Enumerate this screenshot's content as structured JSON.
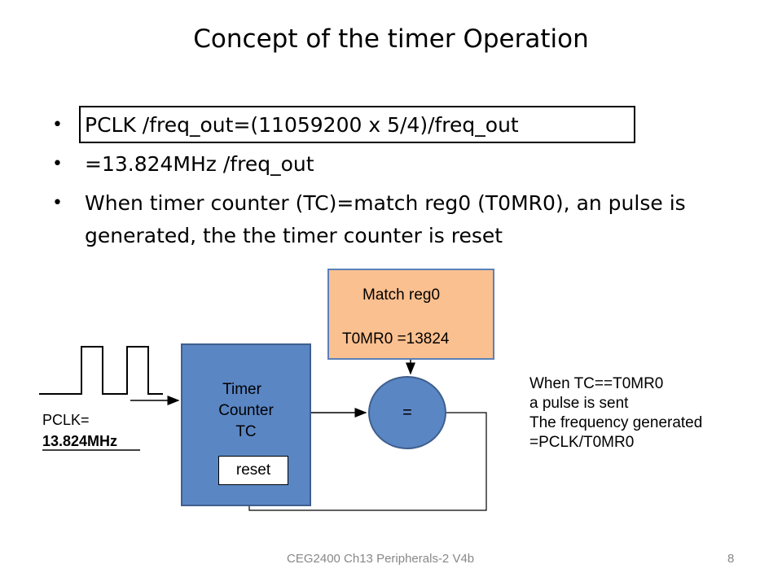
{
  "title": "Concept of the timer Operation",
  "bullets": [
    "PCLK /freq_out=(11059200 x 5/4)/freq_out",
    "=13.824MHz /freq_out",
    "When timer counter (TC)=match reg0 (T0MR0), an pulse is generated, the the timer counter is reset"
  ],
  "diagram": {
    "match_reg_title": "Match reg0",
    "match_reg_value": "T0MR0 =13824",
    "timer_counter_lines": [
      "Timer",
      "Counter",
      "TC"
    ],
    "reset_label": "reset",
    "comparator_label": "=",
    "pclk_label": "PCLK=",
    "pclk_value": "13.824MHz",
    "output_note_lines": [
      "When TC==T0MR0",
      "a pulse is sent",
      "The frequency generated",
      "=PCLK/T0MR0"
    ]
  },
  "footer": {
    "course": "CEG2400 Ch13 Peripherals-2  V4b",
    "page_number": "8"
  },
  "colors": {
    "match_box_fill": "#fbc08f",
    "timer_box_fill": "#5b86c4"
  }
}
